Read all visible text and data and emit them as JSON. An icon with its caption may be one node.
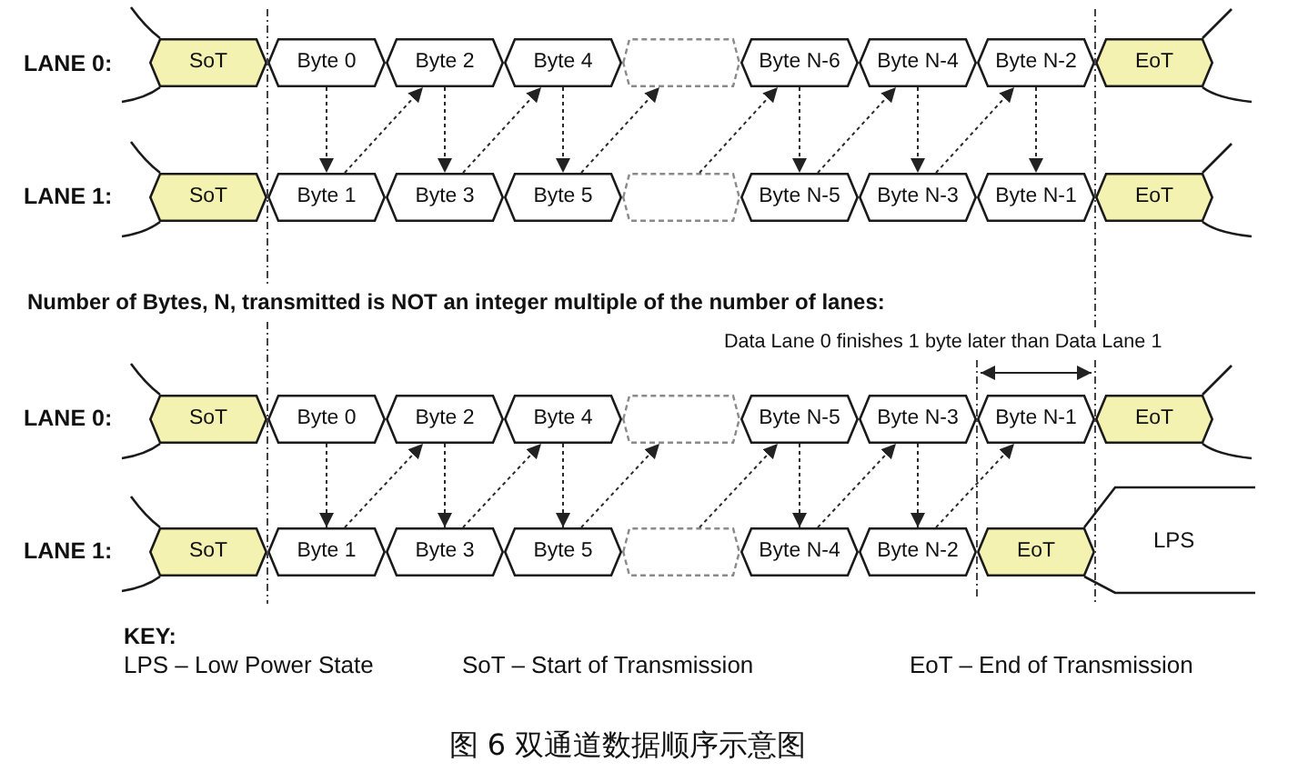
{
  "diagram": {
    "caption": "图 6 双通道数据顺序示意图",
    "nodes": [
      {
        "text": [
          "SoT"
        ]
      },
      {
        "text": [
          "Byte 0"
        ]
      },
      {
        "text": [
          "Byte 2"
        ]
      },
      {
        "text": [
          "Byte 4"
        ]
      },
      {
        "text": [],
        "shape": "box"
      },
      {
        "text": [
          "Byte N-6"
        ]
      },
      {
        "text": [
          "Byte N-4"
        ]
      },
      {
        "text": [
          "Byte N-2"
        ]
      },
      {
        "text": [
          "EoT"
        ]
      },
      {
        "text": [
          "SoT"
        ]
      },
      {
        "text": [
          "Byte 1"
        ]
      },
      {
        "text": [
          "Byte 3"
        ]
      },
      {
        "text": [
          "Byte 5"
        ]
      },
      {
        "text": [],
        "shape": "box"
      },
      {
        "text": [
          "Byte N-5"
        ]
      },
      {
        "text": [
          "Byte N-3"
        ]
      },
      {
        "text": [
          "Byte N-1"
        ]
      },
      {
        "text": [
          "EoT"
        ]
      },
      {
        "text": [
          "SoT"
        ]
      },
      {
        "text": [
          "Byte 0"
        ]
      },
      {
        "text": [
          "Byte 2"
        ]
      },
      {
        "text": [
          "Byte 4"
        ]
      },
      {
        "text": [],
        "shape": "box"
      },
      {
        "text": [
          "Byte N-5"
        ]
      },
      {
        "text": [
          "Byte N-3"
        ]
      },
      {
        "text": [
          "Byte N-1"
        ]
      },
      {
        "text": [
          "EoT"
        ]
      },
      {
        "text": [
          "SoT"
        ]
      },
      {
        "text": [
          "Byte 1"
        ]
      },
      {
        "text": [
          "Byte 3"
        ]
      },
      {
        "text": [
          "Byte 5"
        ]
      },
      {
        "text": [],
        "shape": "box"
      },
      {
        "text": [
          "Byte N-4"
        ]
      },
      {
        "text": [
          "Byte N-2"
        ]
      },
      {
        "text": [
          "EoT"
        ]
      }
    ],
    "edges": [
      {
        "from": 1,
        "to": 10,
        "arrow": "to",
        "style": "dashed"
      },
      {
        "from": 10,
        "to": 2,
        "arrow": "to",
        "style": "dashed"
      },
      {
        "from": 2,
        "to": 11,
        "arrow": "to",
        "style": "dashed"
      },
      {
        "from": 11,
        "to": 3,
        "arrow": "to",
        "style": "dashed"
      },
      {
        "from": 3,
        "to": 12,
        "arrow": "to",
        "style": "dashed"
      },
      {
        "from": 12,
        "to": 4,
        "arrow": "to",
        "style": "dashed"
      },
      {
        "from": 13,
        "to": 5,
        "arrow": "to",
        "style": "dashed"
      },
      {
        "from": 5,
        "to": 14,
        "arrow": "to",
        "style": "dashed"
      },
      {
        "from": 14,
        "to": 6,
        "arrow": "to",
        "style": "dashed"
      },
      {
        "from": 6,
        "to": 15,
        "arrow": "to",
        "style": "dashed"
      },
      {
        "from": 15,
        "to": 7,
        "arrow": "to",
        "style": "dashed"
      },
      {
        "from": 7,
        "to": 16,
        "arrow": "to",
        "style": "dashed"
      },
      {
        "from": 19,
        "to": 28,
        "arrow": "to",
        "style": "dashed"
      },
      {
        "from": 28,
        "to": 20,
        "arrow": "to",
        "style": "dashed"
      },
      {
        "from": 20,
        "to": 29,
        "arrow": "to",
        "style": "dashed"
      },
      {
        "from": 29,
        "to": 21,
        "arrow": "to",
        "style": "dashed"
      },
      {
        "from": 21,
        "to": 30,
        "arrow": "to",
        "style": "dashed"
      },
      {
        "from": 30,
        "to": 22,
        "arrow": "to",
        "style": "dashed"
      },
      {
        "from": 31,
        "to": 23,
        "arrow": "to",
        "style": "dashed"
      },
      {
        "from": 23,
        "to": 32,
        "arrow": "to",
        "style": "dashed"
      },
      {
        "from": 32,
        "to": 24,
        "arrow": "to",
        "style": "dashed"
      },
      {
        "from": 24,
        "to": 33,
        "arrow": "to",
        "style": "dashed"
      },
      {
        "from": 33,
        "to": 25,
        "arrow": "to",
        "style": "dashed"
      }
    ],
    "labels": [
      "LANE 0:",
      "LANE 1:",
      "Number of Bytes, N, transmitted is NOT an integer multiple of the number of lanes:",
      "Data Lane 0 finishes 1 byte later than Data Lane 1",
      "LANE 0:",
      "LANE 1:",
      "LPS",
      "KEY:",
      "LPS – Low Power State",
      "SoT – Start of Transmission",
      "EoT – End of Transmission"
    ]
  }
}
